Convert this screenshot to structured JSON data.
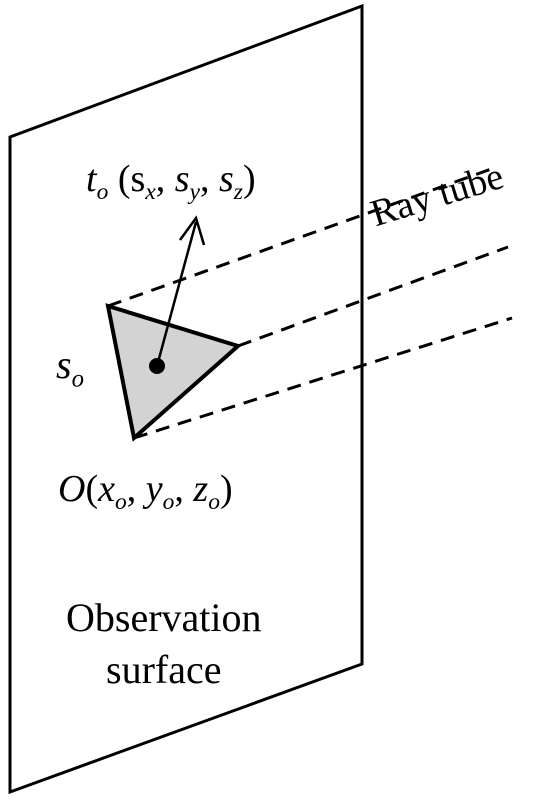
{
  "labels": {
    "direction": {
      "t": "t",
      "t_sub": "o",
      "open": " (",
      "s1": "s",
      "s1_sub": "x",
      "sep1": ", ",
      "s2": "s",
      "s2_sub": "y",
      "sep2": ", ",
      "s3": "s",
      "s3_sub": "z",
      "close": ")"
    },
    "ray_tube": "Ray tube",
    "area": {
      "s": "s",
      "s_sub": "o"
    },
    "origin": {
      "O": "O",
      "open": "(",
      "x": "x",
      "x_sub": "o",
      "sep1": ", ",
      "y": "y",
      "y_sub": "o",
      "sep2": ", ",
      "z": "z",
      "z_sub": "o",
      "close": ")"
    },
    "surface_line1": "Observation",
    "surface_line2": "surface"
  },
  "colors": {
    "stroke": "#000000",
    "triangle_fill": "#d3d3d3",
    "background": "#ffffff"
  }
}
